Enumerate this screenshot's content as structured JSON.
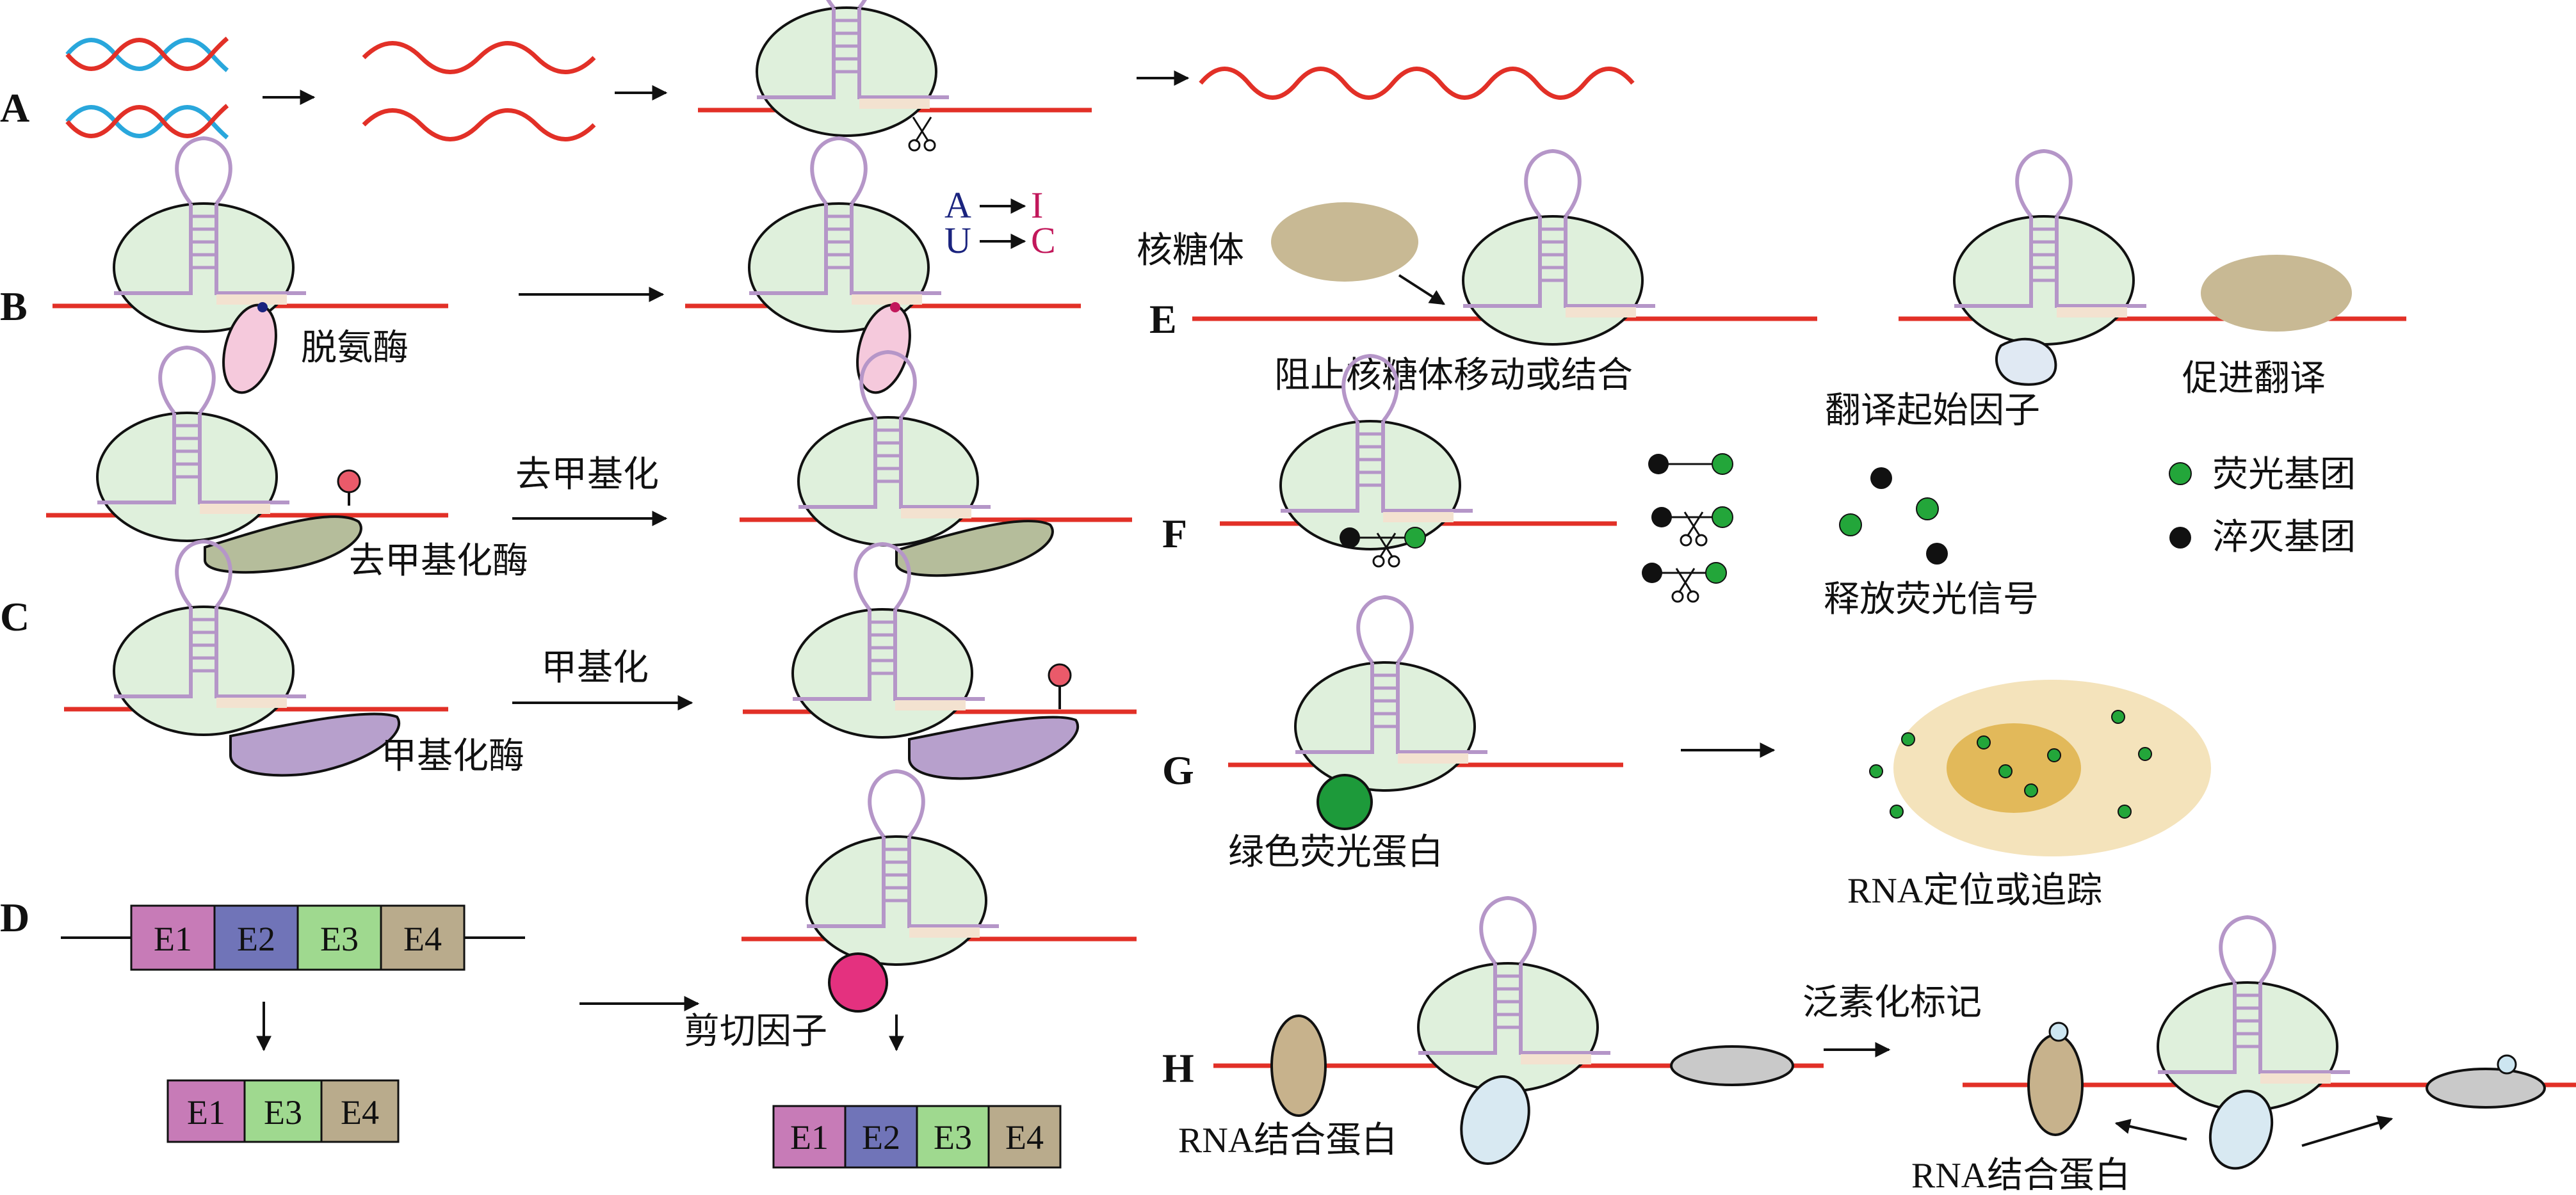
{
  "colors": {
    "rna": "#e23027",
    "dna_blue": "#29a7dc",
    "complex_fill": "#dff0dc",
    "complex_stroke": "#111111",
    "hairpin": "#b596c8",
    "deaminase": "#f5c9dc",
    "demethylase": "#b5bd9b",
    "methylase": "#b7a0cc",
    "splicing_factor": "#e4317f",
    "ribosome": "#c8b994",
    "init_factor": "#e0e9f3",
    "gfp": "#1d9a3a",
    "fluor_green": "#23a63a",
    "quencher_black": "#111111",
    "cell_outer": "#f4e3bb",
    "cell_inner": "#e2b95a",
    "exon1": "#c77bb7",
    "exon2": "#7074b8",
    "exon3": "#9fd98f",
    "exon4": "#b9ab8c",
    "rbp_brown": "#c7b28c",
    "rbp_blue": "#d8e9f2",
    "rbp_grey": "#c9c9c9",
    "ubiquitin": "#cde6f1",
    "methyl_mark": "#ea5a6a",
    "base_A": "#1a237e",
    "base_I": "#c2185b"
  },
  "panels": {
    "A": {
      "label": "A"
    },
    "B": {
      "label": "B",
      "deaminase": "脱氨酶",
      "edit_from_1": "A",
      "edit_to_1": "I",
      "edit_from_2": "U",
      "edit_to_2": "C"
    },
    "demethyl": {
      "arrow_label": "去甲基化",
      "enzyme": "去甲基化酶"
    },
    "C": {
      "label": "C",
      "arrow_label": "甲基化",
      "enzyme": "甲基化酶"
    },
    "D": {
      "label": "D",
      "exons_full": [
        "E1",
        "E2",
        "E3",
        "E4"
      ],
      "exons_skipped": [
        "E1",
        "E3",
        "E4"
      ],
      "factor": "剪切因子"
    },
    "E": {
      "label": "E",
      "ribosome": "核糖体",
      "block_caption": "阻止核糖体移动或结合",
      "init_factor": "翻译起始因子",
      "promote_caption": "促进翻译"
    },
    "F": {
      "label": "F",
      "legend_fluor": "荧光基团",
      "legend_quench": "淬灭基团",
      "release_caption": "释放荧光信号"
    },
    "G": {
      "label": "G",
      "gfp": "绿色荧光蛋白",
      "caption": "RNA定位或追踪"
    },
    "H": {
      "label": "H",
      "rbp_left": "RNA结合蛋白",
      "arrow_label": "泛素化标记",
      "rbp_right": "RNA结合蛋白"
    }
  }
}
